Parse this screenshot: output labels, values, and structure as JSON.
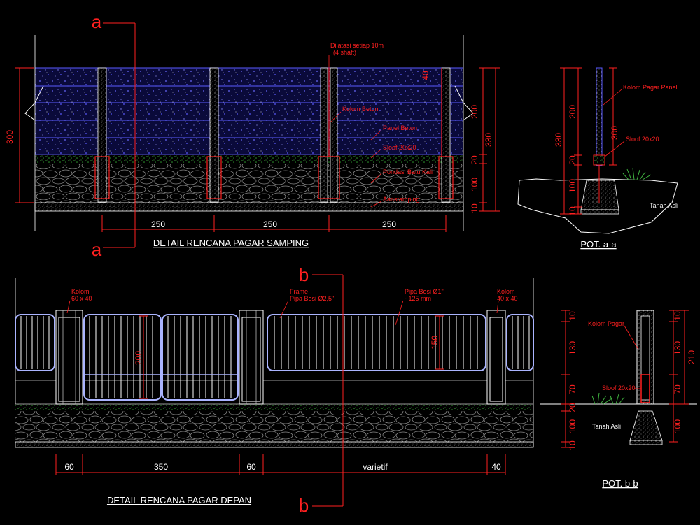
{
  "side_elevation": {
    "title": "DETAIL RENCANA PAGAR SAMPING",
    "section_mark_top": "a",
    "section_mark_bottom": "a",
    "left_height": "300",
    "spacings": [
      "250",
      "250",
      "250"
    ],
    "right_dims": {
      "d40": "40",
      "d200": "200",
      "d330": "330",
      "d20": "20",
      "d100": "100",
      "d10": "10"
    },
    "labels": {
      "dilatasi_line1": "Dilatasi setiap 10m",
      "dilatasi_line2": "(4 shaft)",
      "kolom_beton": "Kolom Beton",
      "panel_beton": "Panel Beton",
      "sloof": "Sloof 20x20",
      "pondasi": "Pondasi Batu Kali",
      "kosong": "Aanstamping",
      "extra": ""
    }
  },
  "section_aa": {
    "title": "POT. a-a",
    "dims": {
      "d200": "200",
      "d330": "330",
      "d300": "300",
      "d20": "20",
      "d100": "100",
      "d10": "10"
    },
    "labels": {
      "kolom_pagar_panel": "Kolom Pagar Panel",
      "sloof": "Sloof 20x20",
      "tanah_asli": "Tanah Asli"
    }
  },
  "front_elevation": {
    "title": "DETAIL RENCANA PAGAR DEPAN",
    "section_mark_top": "b",
    "section_mark_bottom": "b",
    "labels": {
      "kolom_left_l1": "Kolom",
      "kolom_left_l2": "60 x 40",
      "frame_l1": "Frame",
      "frame_l2": "Pipa Besi Ø2,5\"",
      "pipa_l1": "Pipa Besi Ø1\"",
      "pipa_l2": "- 125 mm",
      "kolom_right_l1": "Kolom",
      "kolom_right_l2": "40 x 40"
    },
    "gate_height": "200",
    "panel_height": "150",
    "bottom_dims": {
      "d60a": "60",
      "d350": "350",
      "d60b": "60",
      "varietif": "varietif",
      "d40": "40"
    }
  },
  "section_bb": {
    "title": "POT. b-b",
    "dims": {
      "d10": "10",
      "d130": "130",
      "d210": "210",
      "d70": "70",
      "d20": "20",
      "d100": "100",
      "d10b": "10"
    },
    "labels": {
      "kolom_pagar": "Kolom Pagar",
      "sloof": "Sloof 20x20",
      "tanah_asli": "Tanah Asli"
    }
  }
}
